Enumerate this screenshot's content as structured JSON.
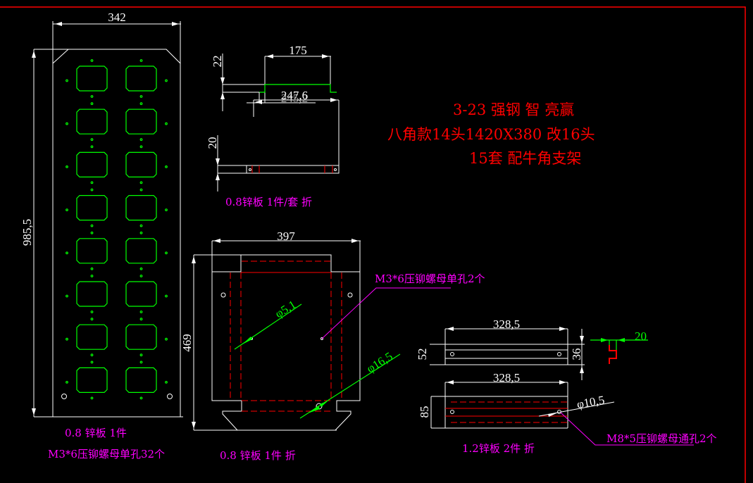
{
  "drawing": {
    "background": "#000000",
    "frame_color": "#ff0000",
    "colors": {
      "dimension": "#ffffff",
      "cutout": "#00ff00",
      "bend_line": "#ff0000",
      "annotation": "#ff00ff"
    },
    "title_block": {
      "line1": "3-23 强钢 智 亮赢",
      "line2": "八角款14头1420X380 改16头",
      "line3": "15套   配牛角支架"
    },
    "parts": {
      "front_panel": {
        "dim_width": "342",
        "dim_height": "985,5",
        "cutout_rows": 8,
        "cutout_cols": 2,
        "label_material": "0.8 锌板 1件",
        "label_hardware": "M3*6压铆螺母单孔32个"
      },
      "top_strip": {
        "dim_height_top": "22",
        "dim_width_top": "175",
        "dim_overlap": "247,6",
        "dim_overlap_alt": "245,2",
        "dim_height_bottom": "20",
        "label": "0.8锌板 1件/套 折"
      },
      "back_plate": {
        "dim_width": "397",
        "dim_height": "469",
        "dim_hole_small": "φ5,1",
        "dim_hole_large": "φ16,5",
        "callout": "M3*6压铆螺母单孔2个",
        "label": "0.8 锌板 1件 折"
      },
      "side_rails": {
        "dim_width_upper": "328,5",
        "dim_height_upper_left": "52",
        "dim_height_upper_right": "36",
        "dim_width_lower": "328,5",
        "dim_height_lower": "85",
        "dim_hole": "φ10,5",
        "profile_dim": "20",
        "callout": "M8*5压铆螺母通孔2个",
        "label": "1.2锌板 2件 折"
      }
    }
  }
}
